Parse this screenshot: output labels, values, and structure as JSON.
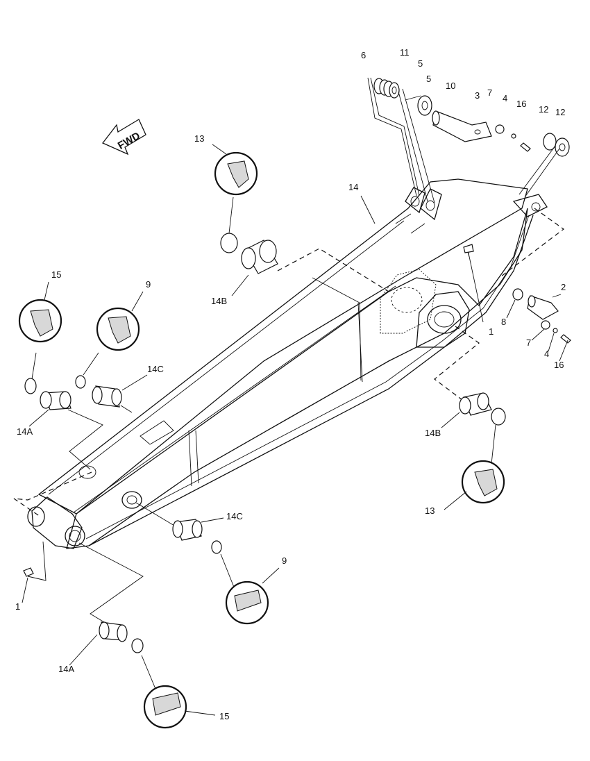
{
  "diagram": {
    "direction_arrow": "FWD",
    "labels": {
      "p1_right": "1",
      "p1_left": "1",
      "p2": "2",
      "p3": "3",
      "p4_top": "4",
      "p4_right": "4",
      "p5_a": "5",
      "p5_b": "5",
      "p6": "6",
      "p7_top": "7",
      "p7_right": "7",
      "p8": "8",
      "p9_upper": "9",
      "p9_lower": "9",
      "p10": "10",
      "p11": "11",
      "p12_a": "12",
      "p12_b": "12",
      "p13_upper": "13",
      "p13_lower": "13",
      "p14": "14",
      "p14a_upper": "14A",
      "p14a_lower": "14A",
      "p14b_upper": "14B",
      "p14b_lower": "14B",
      "p14c_upper": "14C",
      "p14c_lower": "14C",
      "p15_upper": "15",
      "p15_lower": "15",
      "p16_top": "16",
      "p16_right": "16"
    }
  }
}
